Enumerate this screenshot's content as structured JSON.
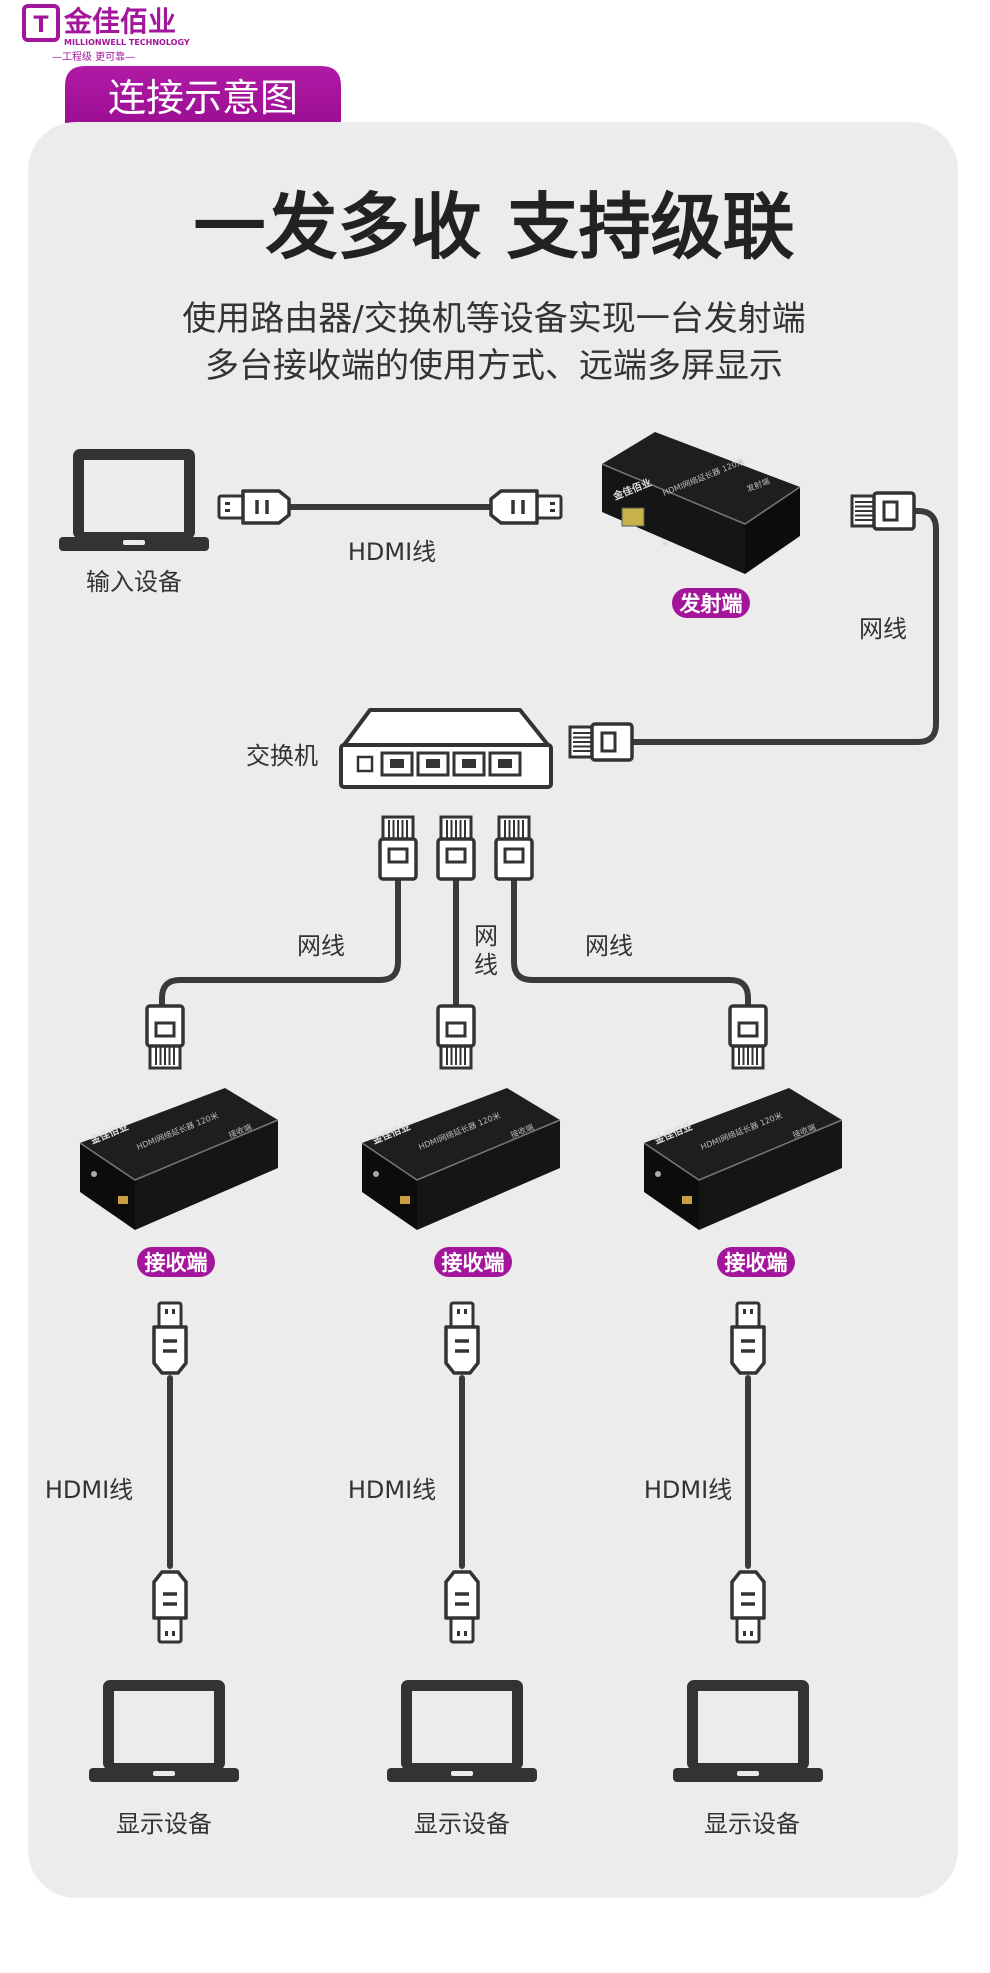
{
  "brand": {
    "name": "金佳佰业",
    "english": "MILLIONWELL TECHNOLOGY",
    "slogan": "—工程级 更可靠—",
    "color": "#a3169b"
  },
  "section_tab": "连接示意图",
  "title": "一发多收 支持级联",
  "subtitle": [
    "使用路由器/交换机等设备实现一台发射端",
    "多台接收端的使用方式、远端多屏显示"
  ],
  "labels": {
    "input_device": "输入设备",
    "hdmi_cable": "HDMI线",
    "transmitter": "发射端",
    "network_cable": "网线",
    "network_cable_vertical": [
      "网",
      "线"
    ],
    "switch": "交换机",
    "receiver": "接收端",
    "display_device": "显示设备"
  },
  "device_print": {
    "brand": "金佳佰业",
    "model": "HDMI网络延长器 120米",
    "tx": "发射端",
    "rx": "接收端"
  },
  "receivers": [
    {
      "badge": "接收端",
      "cable": "HDMI线",
      "display": "显示设备"
    },
    {
      "badge": "接收端",
      "cable": "HDMI线",
      "display": "显示设备"
    },
    {
      "badge": "接收端",
      "cable": "HDMI线",
      "display": "显示设备"
    }
  ],
  "colors": {
    "card_bg": "#ececec",
    "cable": "#3a3a3a",
    "accent": "#a3169b"
  }
}
